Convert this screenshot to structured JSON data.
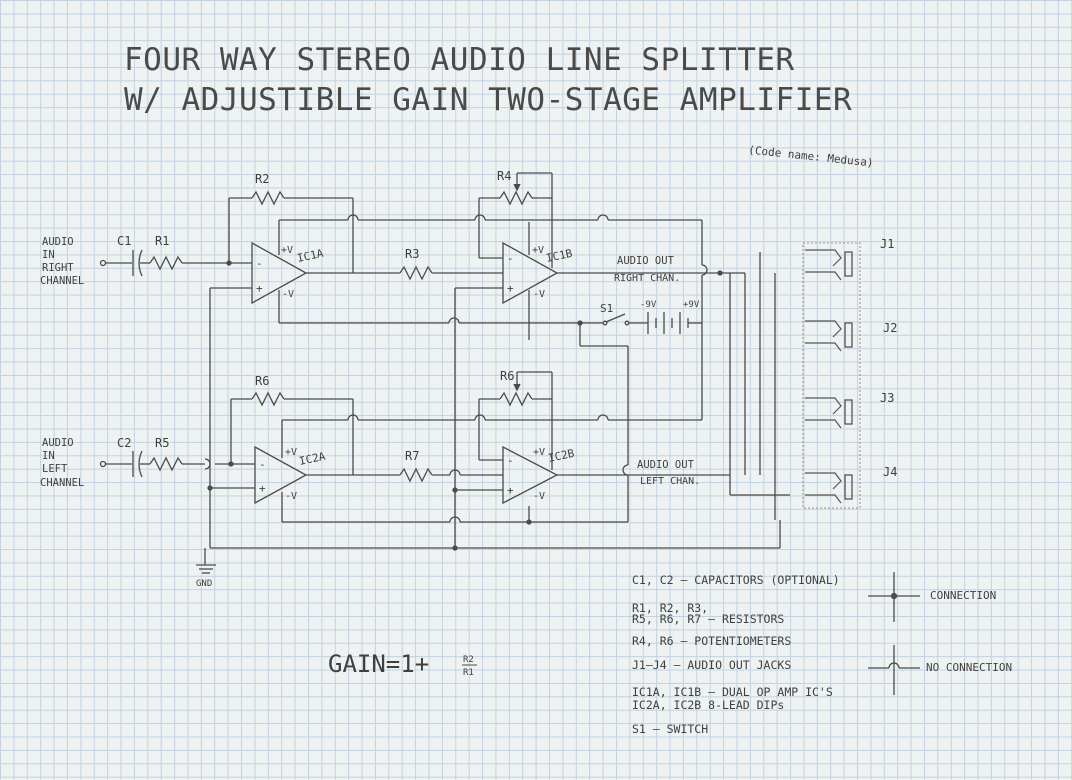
{
  "title": {
    "line1": "FOUR WAY STEREO AUDIO LINE SPLITTER",
    "line2": "W/ ADJUSTIBLE GAIN TWO-STAGE AMPLIFIER"
  },
  "code_name": "(Code name: Medusa)",
  "inputs": {
    "right": [
      "AUDIO",
      "IN",
      "RIGHT",
      "CHANNEL"
    ],
    "left": [
      "AUDIO",
      "IN",
      "LEFT",
      "CHANNEL"
    ]
  },
  "components": {
    "C1": "C1",
    "C2": "C2",
    "R1": "R1",
    "R2": "R2",
    "R3": "R3",
    "R4": "R4",
    "R5": "R5",
    "R6": "R6",
    "R7": "R7",
    "IC1A": "IC1A",
    "IC1B": "IC1B",
    "IC2A": "IC2A",
    "IC2B": "IC2B",
    "S1": "S1",
    "J1": "J1",
    "J2": "J2",
    "J3": "J3",
    "J4": "J4",
    "vplus": "+V",
    "vminus": "-V",
    "pin_minus": "-",
    "pin_plus": "+",
    "bat_neg": "-9V",
    "bat_pos": "+9V",
    "gnd": "GND"
  },
  "outputs": {
    "right": [
      "AUDIO OUT",
      "RIGHT CHAN."
    ],
    "left": [
      "AUDIO OUT",
      "LEFT CHAN."
    ]
  },
  "gain_formula": {
    "prefix": "GAIN=1+",
    "numerator": "R2",
    "denominator": "R1"
  },
  "legend": [
    "C1, C2 — CAPACITORS (OPTIONAL)",
    "R1, R2, R3,",
    "R5, R6, R7 — RESISTORS",
    "R4, R6 — POTENTIOMETERS",
    "J1–J4 — AUDIO OUT JACKS",
    "IC1A, IC1B — DUAL OP AMP IC'S",
    "IC2A, IC2B   8-LEAD DIPs",
    "S1 — SWITCH"
  ],
  "key": {
    "connection": "CONNECTION",
    "no_connection": "NO CONNECTION"
  }
}
